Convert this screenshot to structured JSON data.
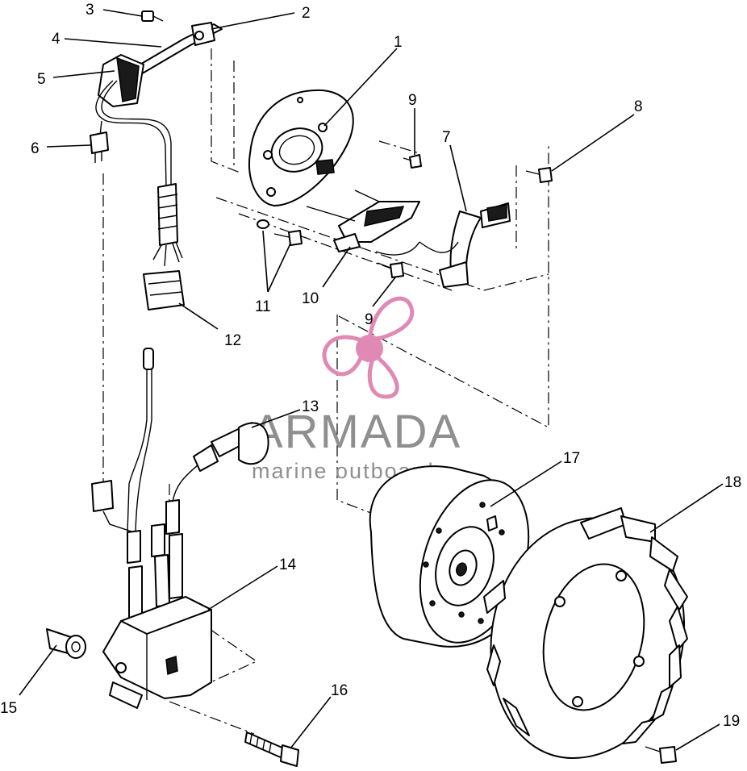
{
  "callouts": {
    "c1": "1",
    "c2": "2",
    "c3": "3",
    "c4": "4",
    "c5": "5",
    "c6": "6",
    "c7": "7",
    "c8": "8",
    "c9a": "9",
    "c9b": "9",
    "c10": "10",
    "c11": "11",
    "c12": "12",
    "c13": "13",
    "c14": "14",
    "c15": "15",
    "c16": "16",
    "c17": "17",
    "c18": "18",
    "c19": "19"
  },
  "watermark": {
    "brand": "ARMADA",
    "tagline": "marine outboards",
    "logo_color": "#e089b4",
    "text_color": "#8f8f8f"
  }
}
